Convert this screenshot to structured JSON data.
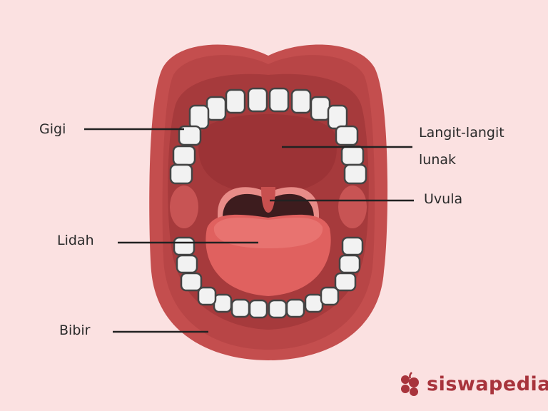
{
  "labels": {
    "teeth": "Gigi",
    "soft_palate_line1": "Langit-langit",
    "soft_palate_line2": "lunak",
    "uvula": "Uvula",
    "tongue": "Lidah",
    "lips": "Bibir"
  },
  "logo": {
    "text": "siswapedia",
    "color": "#a8343c"
  },
  "colors": {
    "background": "#fbe1e1",
    "lip": "#c44e4e",
    "mouth_inner": "#a63a3c",
    "throat": "#3d1c1e",
    "tongue": "#e0615f",
    "tooth": "#f2f2f2"
  }
}
